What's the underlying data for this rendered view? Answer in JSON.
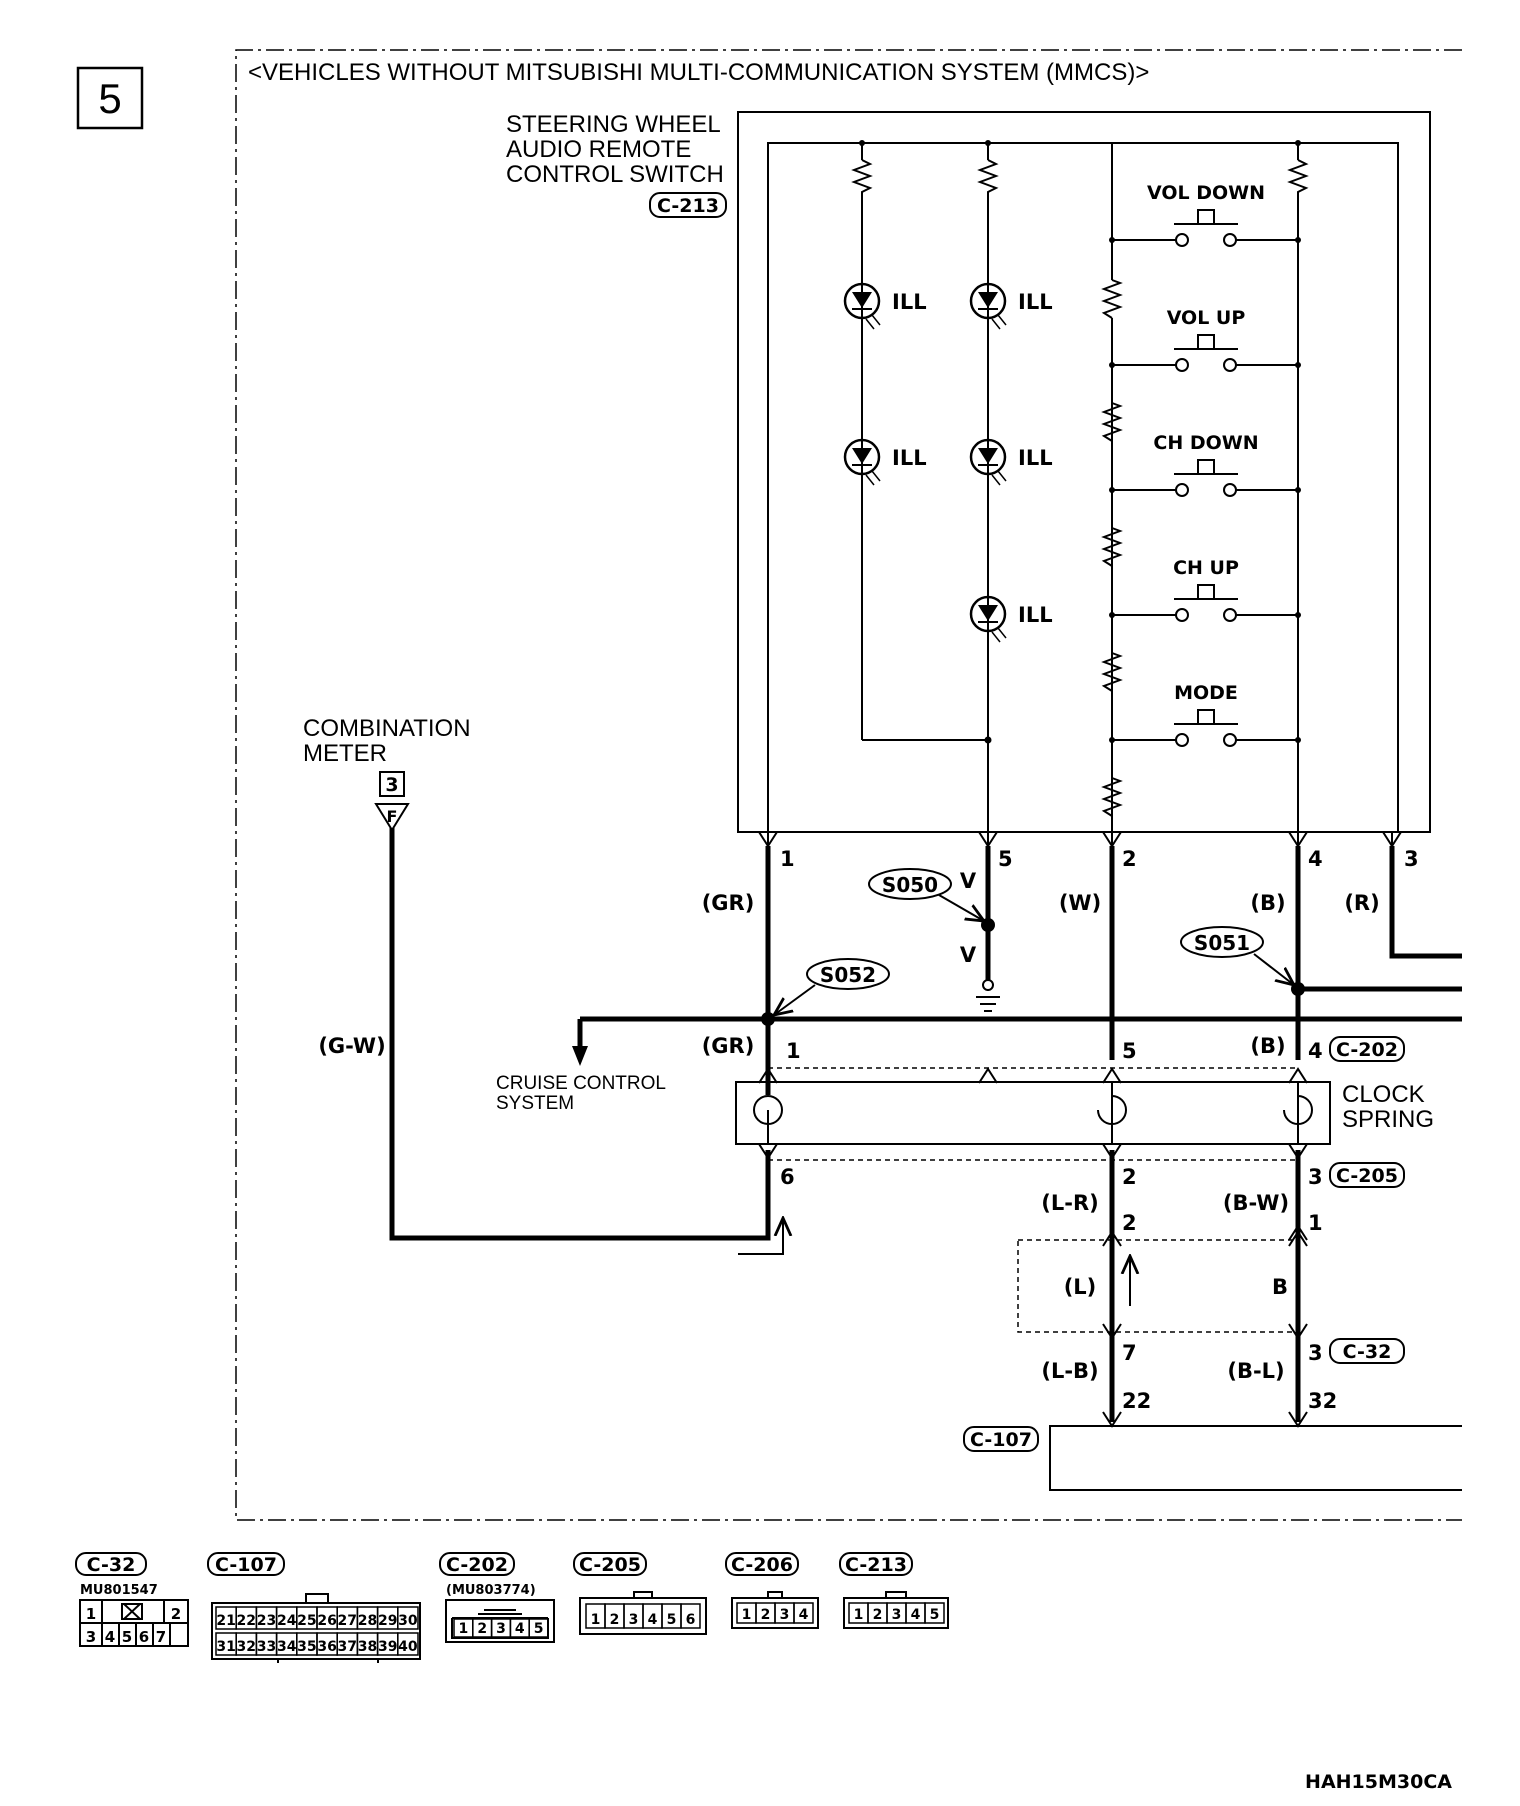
{
  "section_number": "5",
  "header": "<VEHICLES WITHOUT MITSUBISHI MULTI-COMMUNICATION SYSTEM (MMCS)>",
  "steering_switch": {
    "title_lines": [
      "STEERING WHEEL",
      "AUDIO REMOTE",
      "CONTROL SWITCH"
    ],
    "connector": "C-213",
    "led_label": "ILL",
    "switch_labels": [
      "VOL DOWN",
      "VOL UP",
      "CH DOWN",
      "CH UP",
      "MODE"
    ]
  },
  "combination_meter": {
    "title_lines": [
      "COMBINATION",
      "METER"
    ],
    "box": "3",
    "terminal": "F",
    "wire": "(G-W)"
  },
  "pins": {
    "p1": "1",
    "p5": "5",
    "p2": "2",
    "p4": "4",
    "p3": "3"
  },
  "wires": {
    "gr": "(GR)",
    "v1": "V",
    "v2": "V",
    "w": "(W)",
    "b": "(B)",
    "r": "(R)",
    "gr2": "(GR)",
    "b2": "(B)",
    "lr": "(L-R)",
    "bw": "(B-W)",
    "l": "(L)",
    "bsolid": "B",
    "lb": "(L-B)",
    "bl": "(B-L)"
  },
  "splices": {
    "s050": "S050",
    "s051": "S051",
    "s052": "S052"
  },
  "cruise": [
    "CRUISE CONTROL",
    "SYSTEM"
  ],
  "clock_spring": {
    "lines": [
      "CLOCK",
      "SPRING"
    ],
    "top_connector": "C-202",
    "top_pins": [
      "1",
      "5",
      "4"
    ],
    "bottom_connector": "C-205",
    "bottom_pins": [
      "6",
      "2",
      "3"
    ]
  },
  "joint": {
    "upper_pins": [
      "2",
      "1"
    ],
    "lower_pins": [
      "7",
      "3"
    ],
    "connector": "C-32"
  },
  "c107": {
    "connector": "C-107",
    "pins": [
      "22",
      "32"
    ]
  },
  "legend": {
    "c32": {
      "name": "C-32",
      "part": "MU801547",
      "row1": [
        "1",
        "",
        "2"
      ],
      "row2": [
        "3",
        "4",
        "5",
        "6",
        "7"
      ]
    },
    "c107": {
      "name": "C-107",
      "row1": [
        "21",
        "22",
        "23",
        "24",
        "25",
        "26",
        "27",
        "28",
        "29",
        "30"
      ],
      "row2": [
        "31",
        "32",
        "33",
        "34",
        "35",
        "36",
        "37",
        "38",
        "39",
        "40"
      ]
    },
    "c202": {
      "name": "C-202",
      "part": "(MU803774)",
      "pins": [
        "1",
        "2",
        "3",
        "4",
        "5"
      ]
    },
    "c205": {
      "name": "C-205",
      "pins": [
        "1",
        "2",
        "3",
        "4",
        "5",
        "6"
      ]
    },
    "c206": {
      "name": "C-206",
      "pins": [
        "1",
        "2",
        "3",
        "4"
      ]
    },
    "c213": {
      "name": "C-213",
      "pins": [
        "1",
        "2",
        "3",
        "4",
        "5"
      ]
    }
  },
  "figure_code": "HAH15M30CA"
}
